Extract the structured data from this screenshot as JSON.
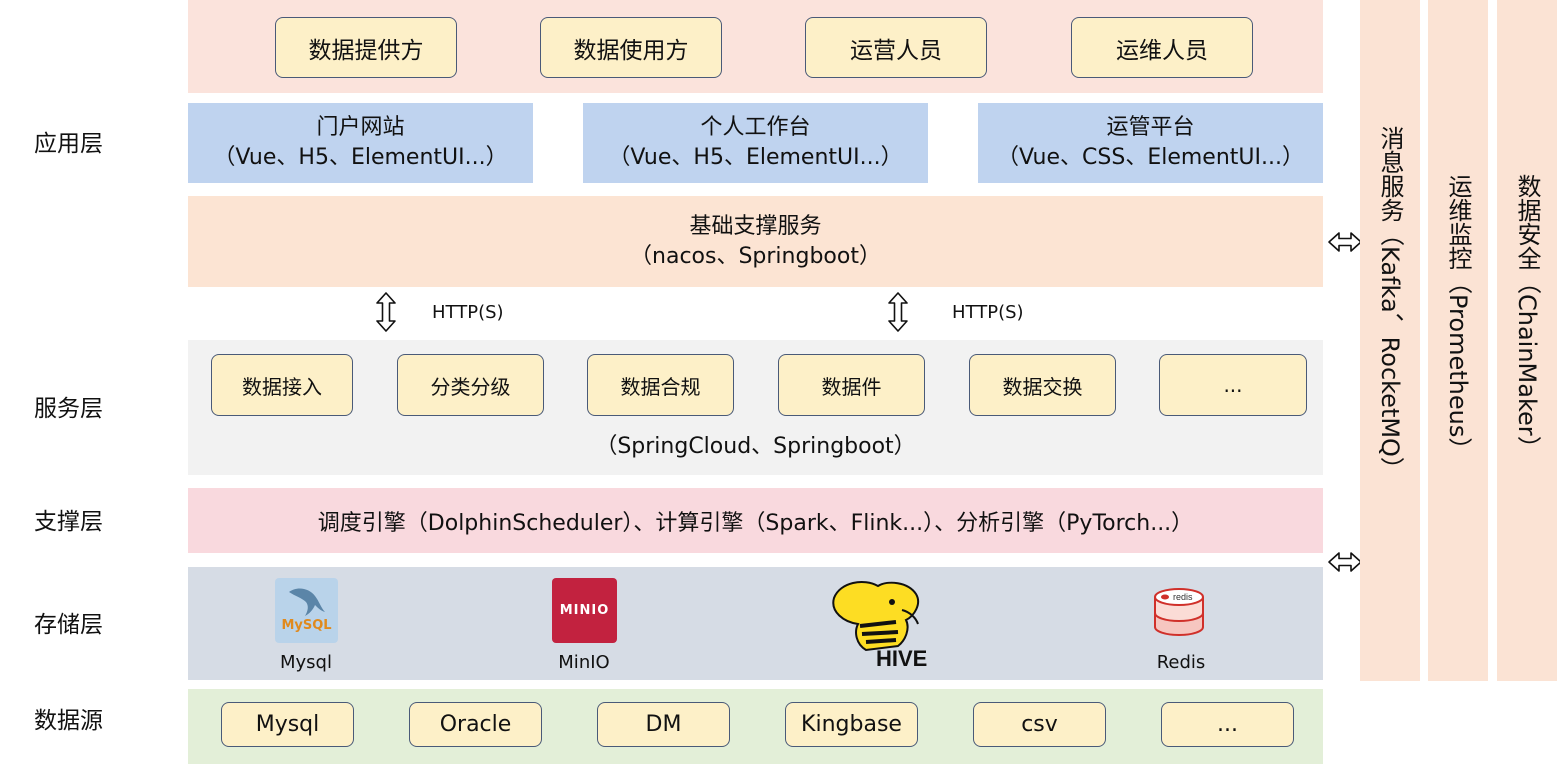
{
  "layers": {
    "app": "应用层",
    "service": "服务层",
    "support": "支撑层",
    "storage": "存储层",
    "source": "数据源"
  },
  "users": [
    "数据提供方",
    "数据使用方",
    "运营人员",
    "运维人员"
  ],
  "portals": [
    {
      "title": "门户网站",
      "tech": "（Vue、H5、ElementUI...）"
    },
    {
      "title": "个人工作台",
      "tech": "（Vue、H5、ElementUI...）"
    },
    {
      "title": "运管平台",
      "tech": "（Vue、CSS、ElementUI...）"
    }
  ],
  "base_service": {
    "title": "基础支撑服务",
    "tech": "（nacos、Springboot）"
  },
  "http_labels": [
    "HTTP(S)",
    "HTTP(S)"
  ],
  "services": [
    "数据接入",
    "分类分级",
    "数据合规",
    "数据件",
    "数据交换",
    "..."
  ],
  "services_tech": "（SpringCloud、Springboot）",
  "support_text": "调度引擎（DolphinScheduler）、计算引擎（Spark、Flink...）、分析引擎（PyTorch...）",
  "storage": {
    "mysql_caption": "Mysql",
    "mysql_logo": "MySQL",
    "minio_caption": "MinIO",
    "minio_logo": "MINIO",
    "hive_logo": "HIVE",
    "redis_caption": "Redis",
    "redis_logo": "redis"
  },
  "sources": [
    "Mysql",
    "Oracle",
    "DM",
    "Kingbase",
    "csv",
    "..."
  ],
  "side_columns": [
    "消息服务（Kafka、RocketMQ）",
    "运维监控（Prometheus）",
    "数据安全（ChainMaker）"
  ],
  "colors": {
    "users_band": "#fbe3dc",
    "portal_box": "#bfd3ef",
    "base_band": "#fce4d3",
    "service_band": "#f2f2f2",
    "support_band": "#f9d9de",
    "storage_band": "#d6dce5",
    "source_band": "#e3efd8",
    "yellow_box": "#fdf0c8",
    "side_column": "#fbe3d4"
  }
}
